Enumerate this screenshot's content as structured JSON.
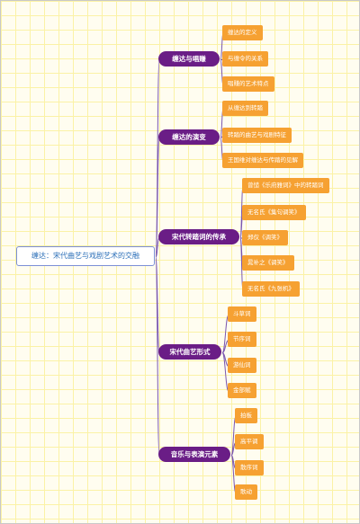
{
  "root": {
    "label": "缠达：宋代曲艺与戏剧艺术的交融"
  },
  "branches": [
    {
      "label": "缠达与唱赚",
      "children": [
        "缠达的定义",
        "与缠令的关系",
        "唱赚的艺术特点"
      ]
    },
    {
      "label": "缠达的演变",
      "children": [
        "从缠达到转踏",
        "转踏的曲艺与戏剧特征",
        "王国维对缠达与传踏的见解"
      ]
    },
    {
      "label": "宋代转踏词的传承",
      "children": [
        "曾慥《乐府雅词》中的转踏词",
        "无名氏《集句调笑》",
        "郑仅《调笑》",
        "晁补之《调笑》",
        "无名氏《九张机》"
      ]
    },
    {
      "label": "宋代曲艺形式",
      "children": [
        "斗草词",
        "节序词",
        "游仙词",
        "金部赋"
      ]
    },
    {
      "label": "音乐与表演元素",
      "children": [
        "拍板",
        "高平调",
        "散序词",
        "歌动"
      ]
    }
  ],
  "colors": {
    "root_border": "#7c8fd6",
    "root_text": "#2b6fb8",
    "branch_fill": "#6a1d86",
    "leaf_fill": "#f6a132",
    "connector": "#7a57b0",
    "grid": "#fbf2a6"
  }
}
